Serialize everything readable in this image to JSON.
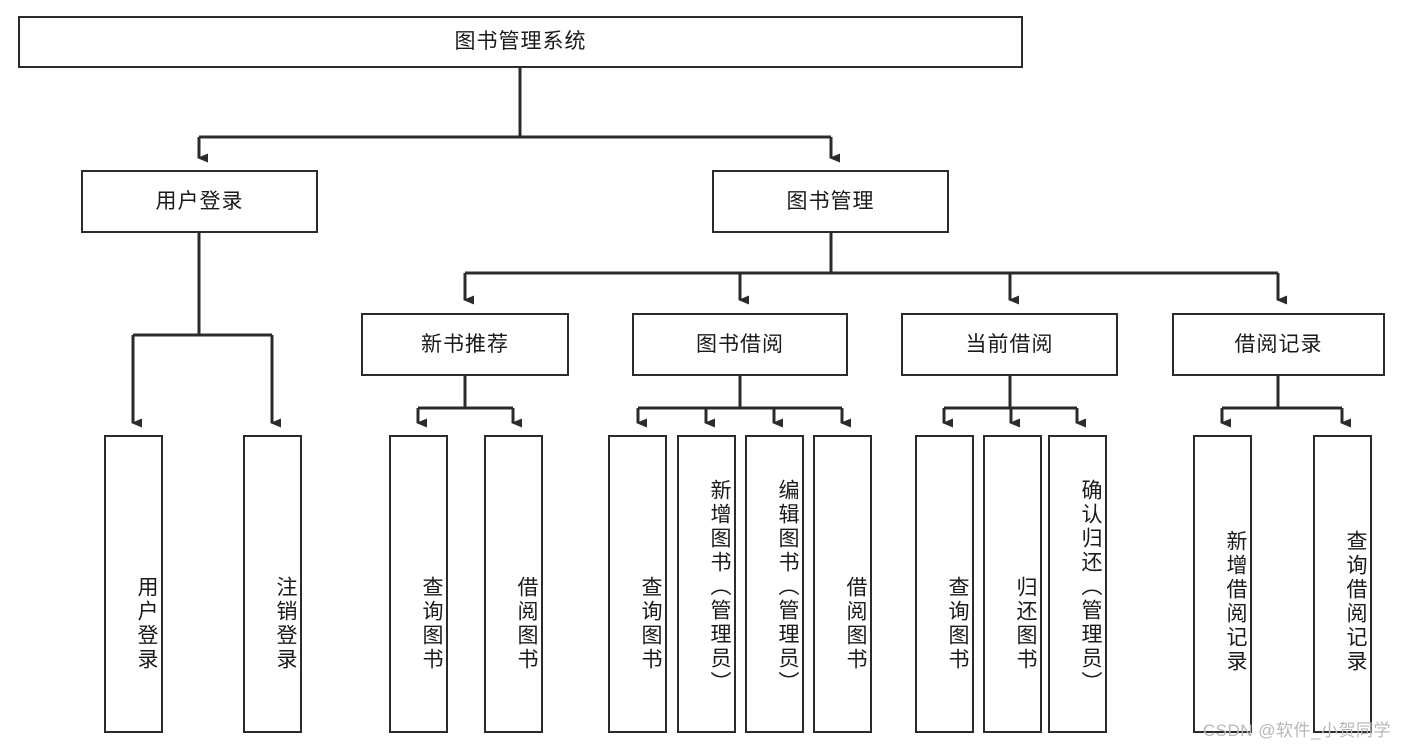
{
  "diagram": {
    "type": "tree",
    "title": "图书管理系统",
    "root": {
      "id": "root",
      "label": "图书管理系统"
    },
    "level2": [
      {
        "id": "user-login",
        "label": "用户登录"
      },
      {
        "id": "book-manage",
        "label": "图书管理"
      }
    ],
    "level3": [
      {
        "id": "new-book-recommend",
        "label": "新书推荐",
        "parent": "book-manage"
      },
      {
        "id": "book-borrow",
        "label": "图书借阅",
        "parent": "book-manage"
      },
      {
        "id": "current-borrow",
        "label": "当前借阅",
        "parent": "book-manage"
      },
      {
        "id": "borrow-record",
        "label": "借阅记录",
        "parent": "book-manage"
      }
    ],
    "leaves": {
      "user_login": [
        {
          "id": "leaf-user-login",
          "label": "用户登录"
        },
        {
          "id": "leaf-logout-login",
          "label": "注销登录"
        }
      ],
      "new_book_recommend": [
        {
          "id": "leaf-query-book-1",
          "label": "查询图书"
        },
        {
          "id": "leaf-borrow-book-1",
          "label": "借阅图书"
        }
      ],
      "book_borrow": [
        {
          "id": "leaf-query-book-2",
          "label": "查询图书"
        },
        {
          "id": "leaf-add-book",
          "label": "新增图书（管理员）"
        },
        {
          "id": "leaf-edit-book",
          "label": "编辑图书（管理员）"
        },
        {
          "id": "leaf-borrow-book-2",
          "label": "借阅图书"
        }
      ],
      "current_borrow": [
        {
          "id": "leaf-query-book-3",
          "label": "查询图书"
        },
        {
          "id": "leaf-return-book",
          "label": "归还图书"
        },
        {
          "id": "leaf-confirm-return",
          "label": "确认归还（管理员）"
        }
      ],
      "borrow_record": [
        {
          "id": "leaf-add-record",
          "label": "新增借阅记录"
        },
        {
          "id": "leaf-query-record",
          "label": "查询借阅记录"
        }
      ]
    },
    "colors": {
      "stroke": "#2b2b2b",
      "fill": "#ffffff",
      "text": "#1a1a1a",
      "watermark": "#b8b8b8"
    }
  },
  "watermark": {
    "text": "CSDN @软件_小贺同学"
  }
}
